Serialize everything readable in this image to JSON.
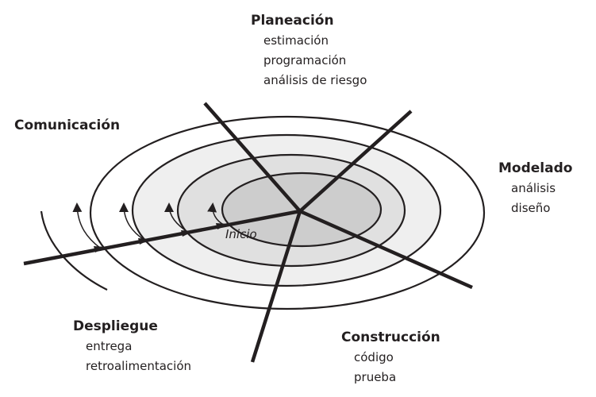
{
  "diagram": {
    "phases": [
      {
        "title": "Comunicación",
        "items": []
      },
      {
        "title": "Planeación",
        "items": [
          "estimación",
          "programación",
          "análisis de riesgo"
        ]
      },
      {
        "title": "Modelado",
        "items": [
          "análisis",
          "diseño"
        ]
      },
      {
        "title": "Construcción",
        "items": [
          "código",
          "prueba"
        ]
      },
      {
        "title": "Despliegue",
        "items": [
          "entrega",
          "retroalimentación"
        ]
      }
    ],
    "start_label": "Inicio",
    "colors": {
      "ring1": "#ffffff",
      "ring2": "#efefef",
      "ring3": "#e0e0e0",
      "ring4": "#cdcdcd",
      "stroke": "#231f20"
    }
  }
}
